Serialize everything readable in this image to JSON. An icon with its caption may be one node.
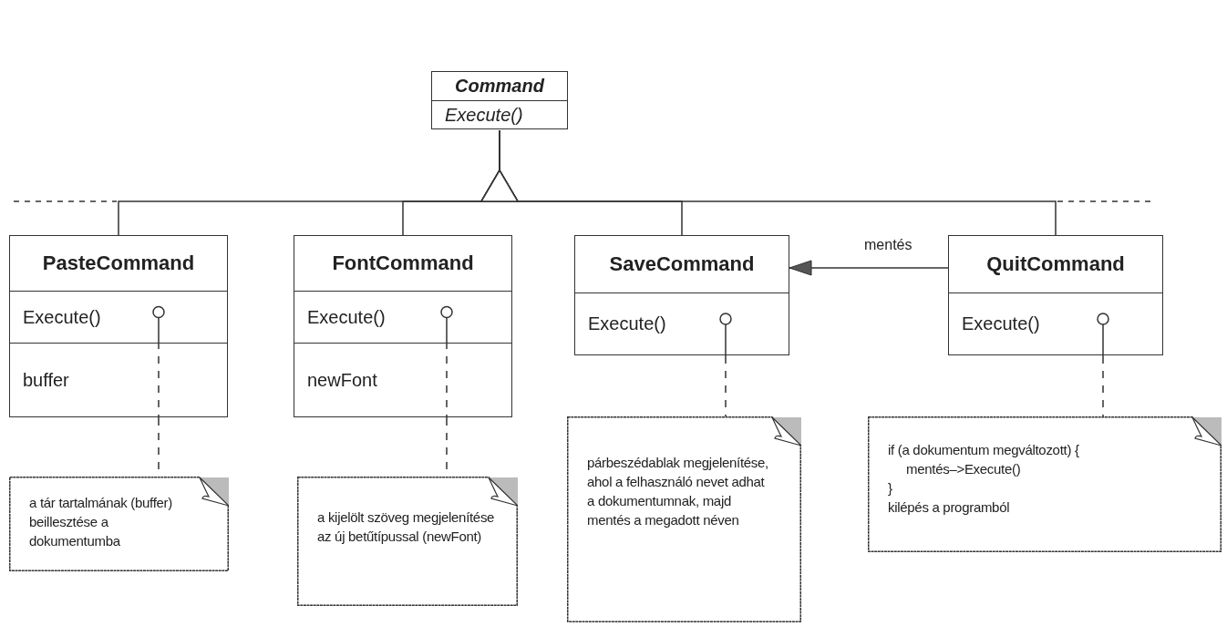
{
  "diagram": {
    "nodes": [
      {
        "text": [
          "Command",
          "Execute()"
        ]
      },
      {
        "text": [
          "PasteCommand",
          "Execute()",
          "buffer"
        ]
      },
      {
        "text": [
          "FontCommand",
          "Execute()",
          "newFont"
        ]
      },
      {
        "text": [
          "SaveCommand",
          "Execute()"
        ]
      },
      {
        "text": [
          "QuitCommand",
          "Execute()"
        ]
      },
      {
        "text": [
          "a tár tartalmának (buffer) beillesztése a dokumentumba"
        ]
      },
      {
        "text": [
          "a kijelölt szöveg megjelenítése az új betűtípussal (newFont)"
        ]
      },
      {
        "text": [
          "párbeszédablak megjelenítése, ahol a felhasználó nevet adhat a dokumentumnak, majd mentés a megadott néven"
        ]
      },
      {
        "text": [
          "if (a dokumentum megváltozott) {",
          "mentés–>Execute()",
          "}",
          "kilépés a programból"
        ]
      }
    ],
    "edges": [
      {
        "from": 1,
        "to": 0,
        "arrow": "to"
      },
      {
        "from": 2,
        "to": 0,
        "arrow": "to"
      },
      {
        "from": 3,
        "to": 0,
        "arrow": "to"
      },
      {
        "from": 4,
        "to": 0,
        "arrow": "to"
      },
      {
        "from": 4,
        "to": 3,
        "arrow": "to",
        "label": "mentés"
      },
      {
        "from": 1,
        "to": 5,
        "arrow": "other",
        "style": "dashed"
      },
      {
        "from": 2,
        "to": 6,
        "arrow": "other",
        "style": "dashed"
      },
      {
        "from": 3,
        "to": 7,
        "arrow": "other",
        "style": "dashed"
      },
      {
        "from": 4,
        "to": 8,
        "arrow": "other",
        "style": "dashed"
      }
    ]
  }
}
